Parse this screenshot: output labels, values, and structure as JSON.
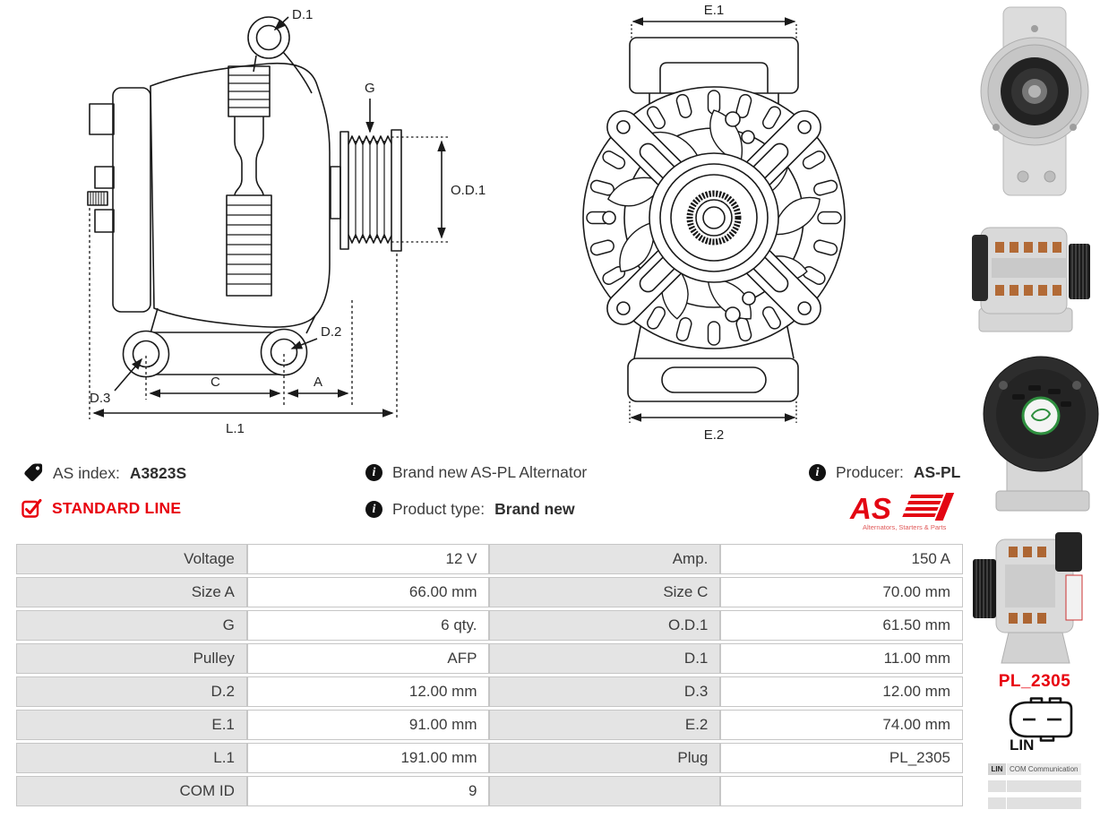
{
  "header": {
    "as_index": {
      "label": "AS index:",
      "value": "A3823S"
    },
    "standard_line": "STANDARD LINE",
    "brand_new": "Brand new AS-PL Alternator",
    "product_type": {
      "label": "Product type:",
      "value": "Brand new"
    },
    "producer": {
      "label": "Producer:",
      "value": "AS-PL"
    },
    "logo": {
      "text": "AS",
      "tagline": "Alternators, Starters & Parts"
    }
  },
  "diagram": {
    "side_labels": {
      "d1": "D.1",
      "g": "G",
      "od1": "O.D.1",
      "d2": "D.2",
      "d3": "D.3",
      "c": "C",
      "a": "A",
      "l1": "L.1"
    },
    "front_labels": {
      "e1": "E.1",
      "e2": "E.2"
    }
  },
  "spec_table": {
    "rows": [
      [
        "Voltage",
        "12 V",
        "Amp.",
        "150 A"
      ],
      [
        "Size A",
        "66.00 mm",
        "Size C",
        "70.00 mm"
      ],
      [
        "G",
        "6 qty.",
        "O.D.1",
        "61.50 mm"
      ],
      [
        "Pulley",
        "AFP",
        "D.1",
        "11.00 mm"
      ],
      [
        "D.2",
        "12.00 mm",
        "D.3",
        "12.00 mm"
      ],
      [
        "E.1",
        "91.00 mm",
        "E.2",
        "74.00 mm"
      ],
      [
        "L.1",
        "191.00 mm",
        "Plug",
        "PL_2305"
      ],
      [
        "COM ID",
        "9",
        "",
        ""
      ]
    ]
  },
  "plug": {
    "code": "PL_2305",
    "pin_label": "LIN",
    "connector_table": {
      "rows": [
        {
          "key": "LIN",
          "value": "COM Communication"
        },
        {
          "key": "",
          "value": ""
        },
        {
          "key": "",
          "value": ""
        }
      ]
    }
  },
  "icons": {
    "tag": "tag-icon",
    "standard_line": "checkbox-checked-icon",
    "info": "info-icon",
    "connector": "plug-connector-icon"
  },
  "colors": {
    "accent_red": "#e8000d",
    "logo_red": "#e30613",
    "table_label_bg": "#e4e4e4",
    "table_border": "#c6c6c6",
    "line_art": "#1a1a1a"
  }
}
